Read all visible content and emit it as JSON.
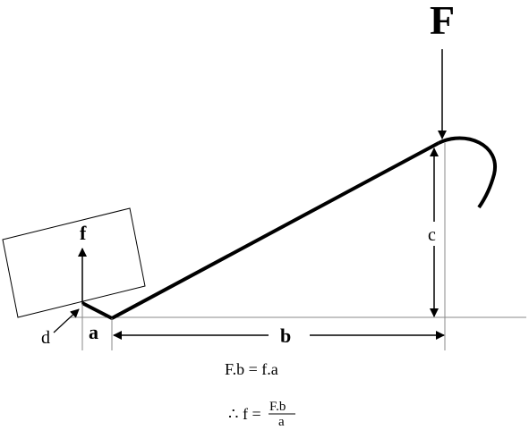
{
  "labels": {
    "force_big": "F",
    "force_small": "f",
    "dim_a": "a",
    "dim_b": "b",
    "dim_c": "c",
    "dim_d": "d"
  },
  "equations": {
    "balance": "F.b = f.a",
    "therefore_lhs": "∴ f =",
    "fraction_numerator": "F.b",
    "fraction_denominator": "a"
  }
}
